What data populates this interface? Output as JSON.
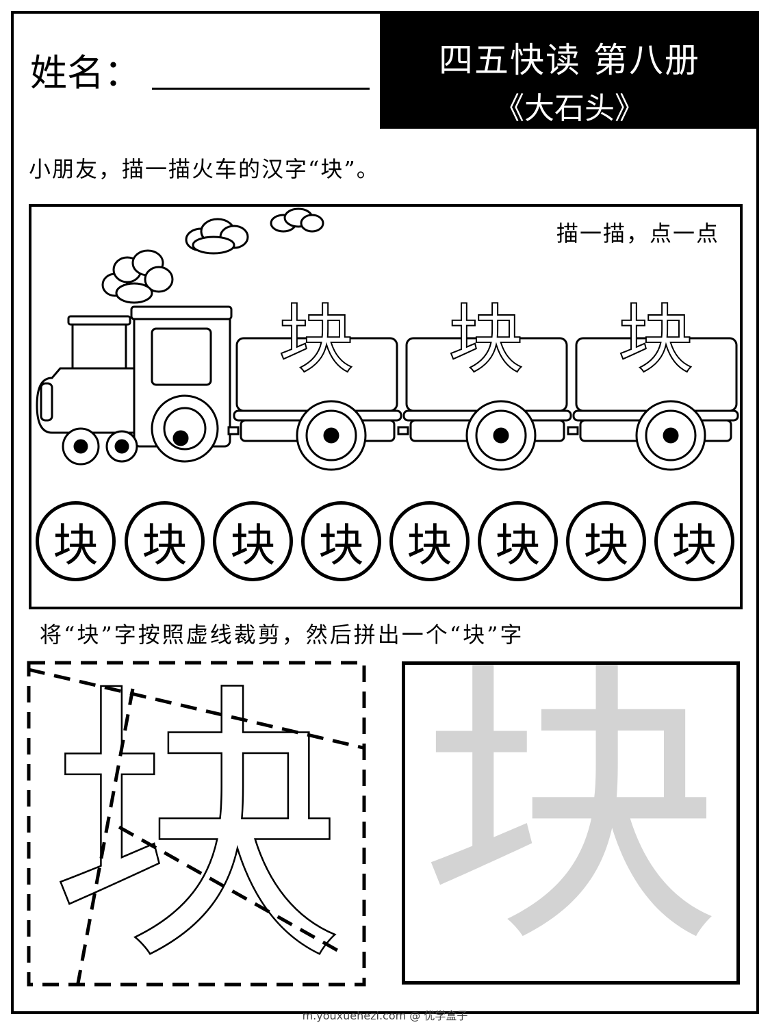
{
  "header": {
    "name_label": "姓名：",
    "title": "四五快读  第八册",
    "subtitle": "《大石头》"
  },
  "instructions": {
    "trace_train": "小朋友，描一描火车的汉字“块”。",
    "train_hint": "描一描，点一点",
    "cut_and_assemble": "将“块”字按照虚线裁剪，然后拼出一个“块”字"
  },
  "character": "块",
  "train_cars": [
    "块",
    "块",
    "块"
  ],
  "circle_chars": [
    "块",
    "块",
    "块",
    "块",
    "块",
    "块",
    "块",
    "块"
  ],
  "footer": "m.youxuehezi.com @ 优学盒子"
}
